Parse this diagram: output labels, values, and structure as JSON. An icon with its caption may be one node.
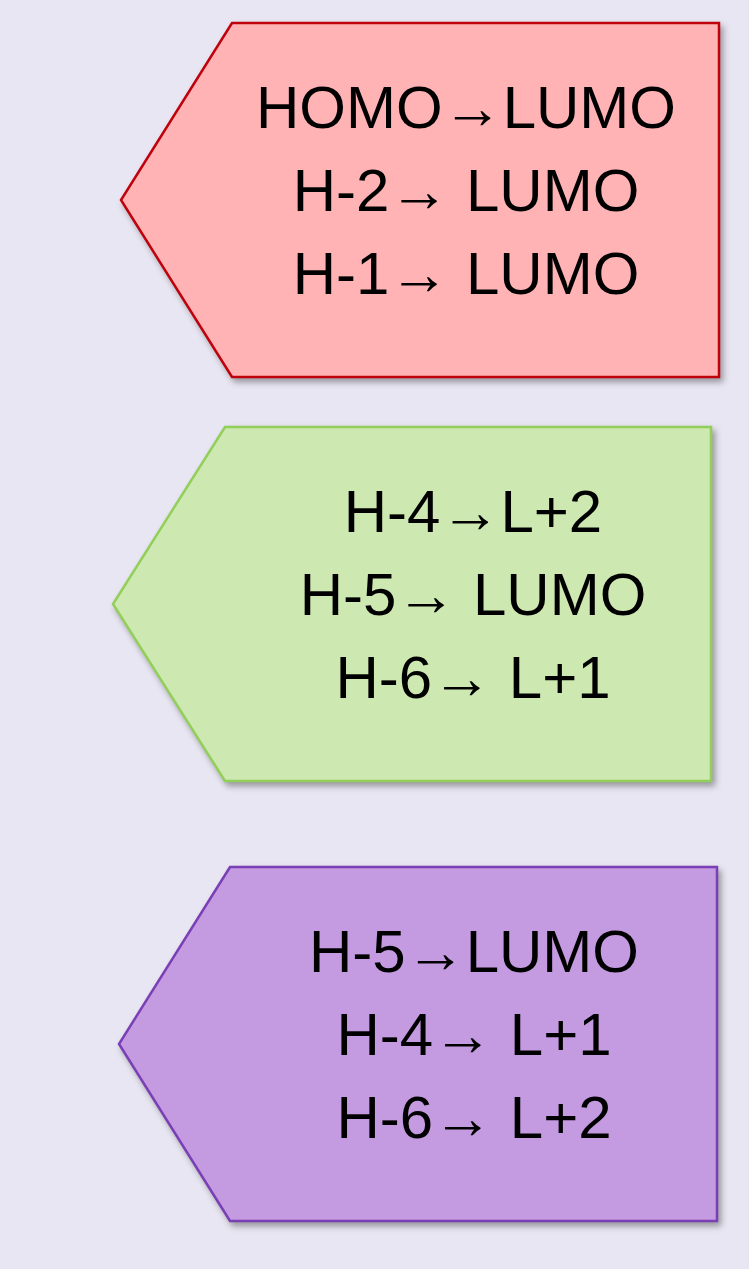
{
  "diagram": {
    "nodes": [
      {
        "text": [
          "HOMO→LUMO",
          "H-2→ LUMO",
          "H-1→ LUMO"
        ]
      },
      {
        "text": [
          "H-4→L+2",
          "H-5→ LUMO",
          "H-6→ L+1"
        ]
      },
      {
        "text": [
          "H-5→LUMO",
          "H-4→ L+1",
          "H-6→ L+2"
        ]
      }
    ]
  }
}
